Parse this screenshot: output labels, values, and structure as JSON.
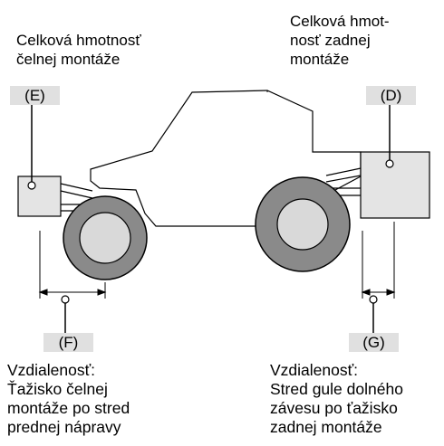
{
  "front_mass": {
    "label": "(E)",
    "caption_lines": [
      "Celková hmotnosť",
      "čelnej montáže"
    ]
  },
  "rear_mass": {
    "label": "(D)",
    "caption_lines": [
      "Celková hmot-",
      "nosť zadnej",
      "montáže"
    ]
  },
  "front_distance": {
    "label": "(F)",
    "caption_lines": [
      "Vzdialenosť:",
      "Ťažisko čelnej",
      "montáže po stred",
      "prednej nápravy"
    ]
  },
  "rear_distance": {
    "label": "(G)",
    "caption_lines": [
      "Vzdialenosť:",
      "Stred gule dolného",
      "závesu po ťažisko",
      "zadnej montáže"
    ]
  },
  "colors": {
    "tire": "#8a8a8a",
    "hub": "#d9d9d9",
    "ballast_box": "#e4e4e4",
    "label_bg": "#e0e0e0",
    "outline": "#000000"
  }
}
